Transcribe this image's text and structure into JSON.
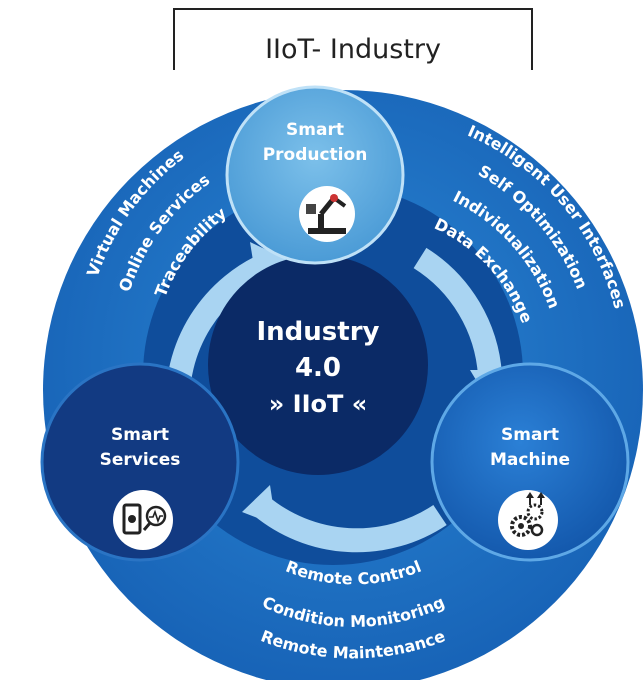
{
  "header": {
    "title": "IIoT- Industry"
  },
  "center": {
    "line1": "Industry",
    "line2": "4.0",
    "line3": "» IIoT «"
  },
  "nodes": {
    "production": {
      "line1": "Smart",
      "line2": "Production",
      "icon": "robot-arm-icon"
    },
    "services": {
      "line1": "Smart",
      "line2": "Services",
      "icon": "app-settings-icon"
    },
    "machine": {
      "line1": "Smart",
      "line2": "Machine",
      "icon": "gears-icon"
    }
  },
  "left_features": [
    "Virtual Machines",
    "Online Services",
    "Traceability"
  ],
  "right_features": [
    "Intelligent User Interfaces",
    "Self Optimization",
    "Individualization",
    "Data Exchange"
  ],
  "bottom_features": [
    "Remote Control",
    "Condition Monitoring",
    "Remote Maintenance"
  ],
  "colors": {
    "outer_ring": "#1f6fc0",
    "inner_ring": "#0e4b97",
    "center": "#0b2a66",
    "arrow": "#a9d4f2",
    "production_node": "#5aaadc",
    "services_node": "#143d86",
    "machine_node": "#1a6ac6"
  }
}
